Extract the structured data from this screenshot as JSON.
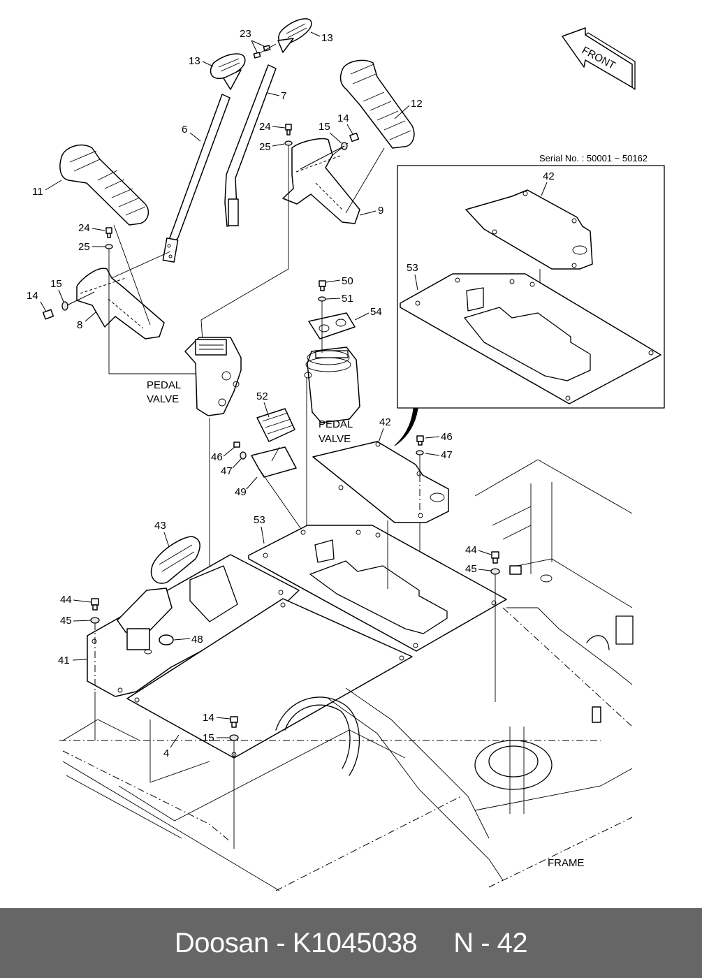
{
  "diagram": {
    "title": "Floor plate / pedal assembly exploded view",
    "front_arrow_label": "FRONT",
    "serial_note": "Serial No. : 50001 ~ 50162",
    "pedal_valve_label_1": [
      "PEDAL",
      "VALVE"
    ],
    "pedal_valve_label_2": [
      "PEDAL",
      "VALVE"
    ],
    "frame_label": "FRAME",
    "callouts": {
      "c13a": "13",
      "c13b": "13",
      "c23": "23",
      "c7": "7",
      "c6": "6",
      "c12": "12",
      "c14a": "14",
      "c15a": "15",
      "c24a": "24",
      "c25a": "25",
      "c9": "9",
      "c11": "11",
      "c24b": "24",
      "c25b": "25",
      "c15b": "15",
      "c14b": "14",
      "c8": "8",
      "c50": "50",
      "c51": "51",
      "c54": "54",
      "c52": "52",
      "c42a": "42",
      "c46a": "46",
      "c47a": "47",
      "c49": "49",
      "c46b": "46",
      "c47b": "47",
      "c43": "43",
      "c53a": "53",
      "c44a": "44",
      "c45a": "45",
      "c44b": "44",
      "c45b": "45",
      "c48": "48",
      "c41": "41",
      "c14c": "14",
      "c15c": "15",
      "c4": "4",
      "c42b": "42",
      "c53b": "53"
    }
  },
  "footer": {
    "brand_part": "Doosan - K1045038",
    "page_ref": "N - 42"
  }
}
